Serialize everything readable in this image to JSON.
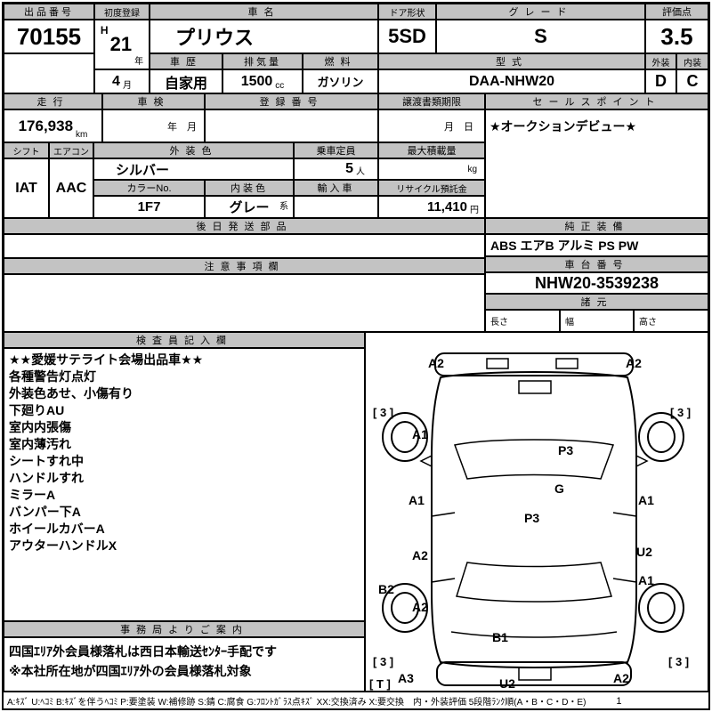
{
  "top": {
    "lot": {
      "label": "出品番号",
      "value": "70155"
    },
    "first_reg": {
      "label": "初度登録",
      "era": "H",
      "year": "21",
      "year_unit": "年",
      "month": "4",
      "month_unit": "月"
    },
    "name": {
      "label": "車名",
      "value": "プリウス"
    },
    "door": {
      "label": "ドア形状",
      "value": "5SD"
    },
    "grade": {
      "label": "グレード",
      "value": "S"
    },
    "score": {
      "label": "評価点",
      "value": "3.5"
    },
    "history": {
      "label": "車歴",
      "value": "自家用"
    },
    "displacement": {
      "label": "排気量",
      "value": "1500",
      "unit": "cc"
    },
    "fuel": {
      "label": "燃料",
      "value": "ガソリン"
    },
    "model": {
      "label": "型式",
      "value": "DAA-NHW20"
    },
    "exterior": {
      "label": "外装",
      "value": "D"
    },
    "interior": {
      "label": "内装",
      "value": "C"
    }
  },
  "run": {
    "mileage": {
      "label": "走行",
      "value": "176,938",
      "unit": "km"
    },
    "inspection": {
      "label": "車検",
      "value": "年　月"
    },
    "registration": {
      "label": "登録番号",
      "value": ""
    },
    "transfer": {
      "label": "譲渡書類期限",
      "value": "月　日"
    },
    "sales": {
      "label": "セールスポイント",
      "value": "★オークションデビュー★"
    }
  },
  "spec": {
    "shift": {
      "label": "シフト",
      "value": "IAT"
    },
    "aircon": {
      "label": "エアコン",
      "value": "AAC"
    },
    "ext_color": {
      "label": "外装色",
      "value": "シルバー"
    },
    "capacity": {
      "label": "乗車定員",
      "value": "5",
      "unit": "人"
    },
    "max_load": {
      "label": "最大積載量",
      "unit": "kg"
    },
    "color_no": {
      "label": "カラーNo.",
      "value": "1F7"
    },
    "int_color": {
      "label": "内装色",
      "value": "グレー",
      "unit": "系"
    },
    "import_car": {
      "label": "輸入車",
      "value": ""
    },
    "recycle": {
      "label": "リサイクル預託金",
      "value": "11,410",
      "unit": "円"
    }
  },
  "mid": {
    "later_parts": {
      "label": "後日発送部品",
      "value": ""
    },
    "equipment": {
      "label": "純正装備",
      "value": "ABS エアB アルミ PS PW"
    },
    "caution": {
      "label": "注意事項欄",
      "value": ""
    },
    "chassis": {
      "label": "車台番号",
      "value": "NHW20-3539238"
    },
    "dimensions": {
      "label": "諸元",
      "length": "長さ",
      "width": "幅",
      "height": "高さ"
    }
  },
  "inspector": {
    "label": "検査員記入欄",
    "notes": [
      "★★愛媛サテライト会場出品車★★",
      "各種警告灯点灯",
      "外装色あせ、小傷有り",
      "下廻りAU",
      "室内内張傷",
      "室内薄汚れ",
      "シートすれ中",
      "ハンドルすれ",
      "ミラーA",
      "バンパー下A",
      "ホイールカバーA",
      "アウターハンドルX"
    ]
  },
  "office": {
    "label": "事務局よりご案内",
    "lines": [
      "四国ｴﾘｱ外会員様落札は西日本輸送ｾﾝﾀｰ手配です",
      "※本社所在地が四国ｴﾘｱ外の会員様落札対象"
    ]
  },
  "diagram": {
    "labels": [
      "A2",
      "A2",
      "[ 3 ]",
      "[ 3 ]",
      "A1",
      "P3",
      "A1",
      "G",
      "P3",
      "A1",
      "A2",
      "U2",
      "B2",
      "A1",
      "A2",
      "B1",
      "[ 3 ]",
      "[ 3 ]",
      "A3",
      "U2",
      "A2",
      "[ T ]"
    ]
  },
  "legend": {
    "text": "A:ｷｽﾞ U:ﾍｺﾐ B:ｷｽﾞを伴うﾍｺﾐ P:要塗装 W:補修跡 S:錆 C:腐食 G:ﾌﾛﾝﾄｶﾞﾗｽ点ｷｽﾞ XX:交換済み X:要交換　内・外装評価 5段階ﾗﾝｸ順(A・B・C・D・E)",
    "page": "1"
  },
  "colors": {
    "header_bg": "#c3c3c3",
    "line": "#000000"
  }
}
